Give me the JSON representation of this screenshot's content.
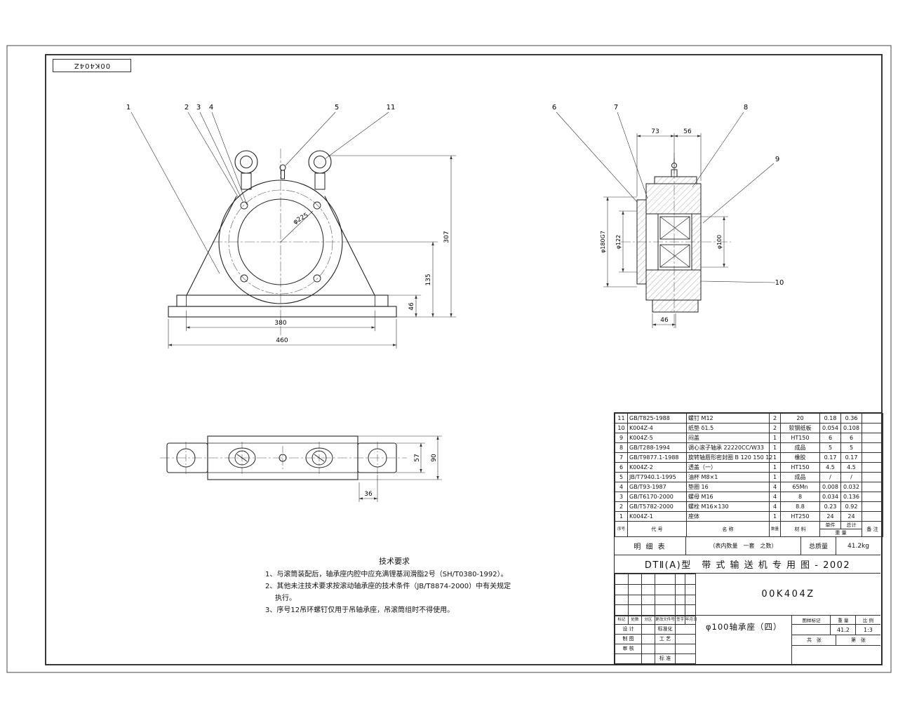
{
  "sheet": {
    "corner_code": "00K404Z"
  },
  "front_view": {
    "balloons": {
      "b1": "1",
      "b2": "2",
      "b3": "3",
      "b4": "4",
      "b5": "5",
      "b11": "11"
    },
    "dims": {
      "dia225": "φ225",
      "w380": "380",
      "w460": "460",
      "h46": "46",
      "h135": "135",
      "h307": "307"
    }
  },
  "side_view": {
    "balloons": {
      "b6": "6",
      "b7": "7",
      "b8": "8",
      "b9": "9",
      "b10": "10"
    },
    "dims": {
      "w73": "73",
      "w56": "56",
      "dia180": "φ180G7",
      "dia122": "φ122",
      "dia100": "φ100",
      "w46": "46"
    }
  },
  "top_view": {
    "dims": {
      "h57": "57",
      "h90": "90",
      "w36": "36"
    }
  },
  "tech_req": {
    "title": "技术要求",
    "line1": "1、与滚筒装配后，轴承座内腔中应充满锂基润滑脂2号（SH/T0380-1992）。",
    "line2": "2、其他未注技术要求按滚动轴承座的技术条件（JB/T8874-2000）中有关规定",
    "line3": "执行。",
    "line4": "3、序号12吊环螺钉仅用于吊轴承座，吊滚筒组时不得使用。"
  },
  "bom": {
    "header": {
      "no": "序号",
      "code": "代 号",
      "name": "名 称",
      "qty": "数量",
      "material": "材 料",
      "unit": "单件",
      "total": "总计",
      "weight": "重 量",
      "remark": "备 注"
    },
    "rows": [
      {
        "no": "11",
        "code": "GB/T825-1988",
        "name": "螺钉 M12",
        "qty": "2",
        "material": "20",
        "unit": "0.18",
        "total": "0.36",
        "remark": ""
      },
      {
        "no": "10",
        "code": "K004Z-4",
        "name": "纸垫 δ1.5",
        "qty": "2",
        "material": "软钢纸板",
        "unit": "0.054",
        "total": "0.108",
        "remark": ""
      },
      {
        "no": "9",
        "code": "K004Z-5",
        "name": "闷盖",
        "qty": "1",
        "material": "HT150",
        "unit": "6",
        "total": "6",
        "remark": ""
      },
      {
        "no": "8",
        "code": "GB/T288-1994",
        "name": "调心滚子轴承 22220CC/W33",
        "qty": "1",
        "material": "成品",
        "unit": "5",
        "total": "5",
        "remark": ""
      },
      {
        "no": "7",
        "code": "GB/T9877.1-1988",
        "name": "旋转轴唇形密封圈 B 120 150 12",
        "qty": "1",
        "material": "橡胶",
        "unit": "0.17",
        "total": "0.17",
        "remark": ""
      },
      {
        "no": "6",
        "code": "K004Z-2",
        "name": "透盖（一）",
        "qty": "1",
        "material": "HT150",
        "unit": "4.5",
        "total": "4.5",
        "remark": ""
      },
      {
        "no": "5",
        "code": "JB/T7940.1-1995",
        "name": "油杯 M8×1",
        "qty": "1",
        "material": "成品",
        "unit": "/",
        "total": "/",
        "remark": ""
      },
      {
        "no": "4",
        "code": "GB/T93-1987",
        "name": "垫圈 16",
        "qty": "4",
        "material": "65Mn",
        "unit": "0.008",
        "total": "0.032",
        "remark": ""
      },
      {
        "no": "3",
        "code": "GB/T6170-2000",
        "name": "螺母 M16",
        "qty": "4",
        "material": "8",
        "unit": "0.034",
        "total": "0.136",
        "remark": ""
      },
      {
        "no": "2",
        "code": "GB/T5782-2000",
        "name": "螺栓 M16×130",
        "qty": "4",
        "material": "8.8",
        "unit": "0.23",
        "total": "0.92",
        "remark": ""
      },
      {
        "no": "1",
        "code": "K004Z-1",
        "name": "座体",
        "qty": "1",
        "material": "HT250",
        "unit": "24",
        "total": "24",
        "remark": ""
      }
    ],
    "footer": {
      "title": "明 细 表",
      "note": "（表内数量　一套　之数）",
      "total_label": "总质量",
      "total_value": "41.2kg"
    }
  },
  "title_block": {
    "drawing_title": "DTⅡ(A)型　带 式 输 送 机 专 用 图 - 2002",
    "drawing_no": "00K404Z",
    "part_name": "φ100轴承座（四）",
    "rev_header": {
      "mark": "标记",
      "count": "处数",
      "zone": "分区",
      "doc_no": "更改文件号",
      "sign": "签字",
      "date": "年月日"
    },
    "roles": {
      "design": "设 计",
      "draft": "制 图",
      "check": "审 核",
      "std": "标准化",
      "process": "工 艺",
      "standard": "标 准"
    },
    "info": {
      "mark_label": "图样标记",
      "weight_label": "重 量",
      "scale_label": "比 例",
      "weight": "41.2",
      "scale": "1:3",
      "sheets": "共　张",
      "sheet_no": "第　张"
    }
  }
}
